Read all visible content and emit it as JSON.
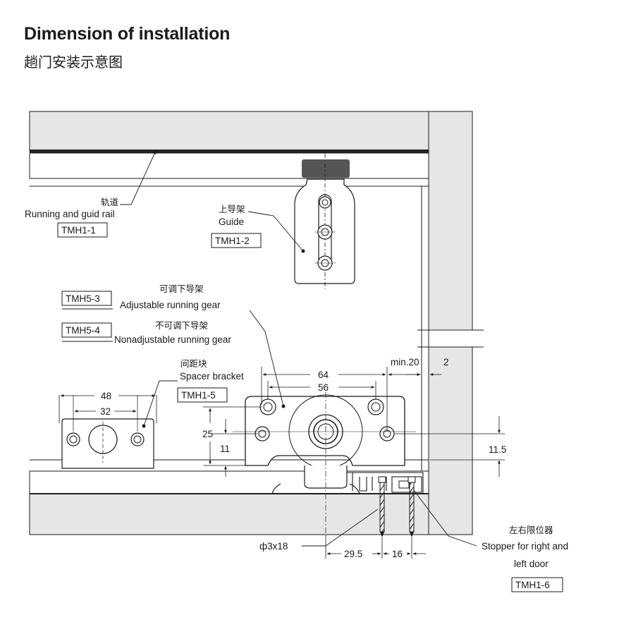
{
  "header": {
    "title": "Dimension of installation",
    "subtitle": "趟门安装示意图"
  },
  "callouts": {
    "rail": {
      "cn": "轨道",
      "en": "Running and guid rail",
      "code": "TMH1-1"
    },
    "guide": {
      "cn": "上导架",
      "en": "Guide",
      "code": "TMH1-2"
    },
    "adjustable": {
      "code": "TMH5-3",
      "cn": "可调下导架",
      "en": "Adjustable running gear"
    },
    "nonadjustable": {
      "code": "TMH5-4",
      "cn": "不可调下导架",
      "en": "Nonadjustable running gear"
    },
    "spacer": {
      "cn": "间距块",
      "en": "Spacer bracket",
      "code": "TMH1-5"
    },
    "stopper": {
      "cn": "左右限位器",
      "en_line1": "Stopper for right and",
      "en_line2": "left door",
      "code": "TMH1-6"
    },
    "screw": {
      "label": "ф3x18"
    }
  },
  "dimensions": {
    "d48": "48",
    "d32": "32",
    "d64": "64",
    "d56": "56",
    "dmin20": "min.20",
    "d2": "2",
    "d25": "25",
    "d11": "11",
    "d11_5": "11.5",
    "d29_5": "29.5",
    "d16": "16"
  },
  "colors": {
    "panel": "#e6e6e6",
    "line": "#1a1a1a",
    "rail": "#222222",
    "guide_cap": "#555555"
  }
}
